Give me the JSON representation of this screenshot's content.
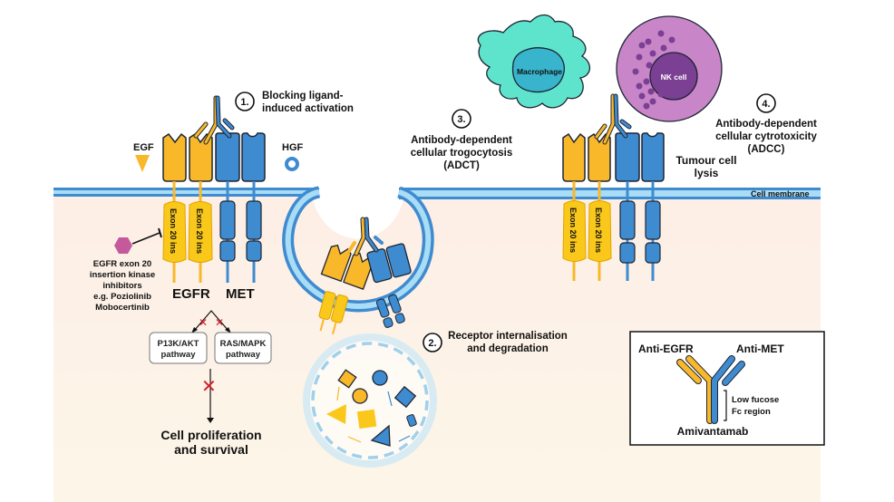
{
  "colors": {
    "egfr": "#f9b82a",
    "egfr_stroke": "#1d2533",
    "met": "#3f8bd0",
    "membrane_dark": "#3f8bd0",
    "membrane_light": "#a9dcf5",
    "cytoplasm_top": "#fdeee6",
    "cytoplasm_bottom": "#fdf6e8",
    "macrophage": "#5ee3cc",
    "macrophage_nucleus": "#38b4cc",
    "nk_cell": "#c886c9",
    "nk_nucleus": "#7b3f93",
    "nk_granule": "#7b3f93",
    "inhibitor": "#c45a9c",
    "block_x": "#d31f2b",
    "endosome": "#cde7f2"
  },
  "labels": {
    "step1_number": "1.",
    "step1_line1": "Blocking ligand-",
    "step1_line2": "induced activation",
    "egf": "EGF",
    "hgf": "HGF",
    "egfr": "EGFR",
    "met": "MET",
    "exon20": "Exon 20 ins",
    "inhibitor_lines": [
      "EGFR exon 20",
      "insertion kinase",
      "inhibitors",
      "e.g. Poziolinib",
      "Mobocertinib"
    ],
    "pathway1_line1": "P13K/AKT",
    "pathway1_line2": "pathway",
    "pathway2_line1": "RAS/MAPK",
    "pathway2_line2": "pathway",
    "outcome_line1": "Cell proliferation",
    "outcome_line2": "and survival",
    "step2_number": "2.",
    "step2_line1": "Receptor internalisation",
    "step2_line2": "and degradation",
    "step3_number": "3.",
    "step3_line1": "Antibody-dependent",
    "step3_line2": "cellular trogocytosis",
    "step3_line3": "(ADCT)",
    "macrophage": "Macrophage",
    "nk_cell": "NK cell",
    "step4_number": "4.",
    "step4_line1": "Antibody-dependent",
    "step4_line2": "cellular cytrotoxicity",
    "step4_line3": "(ADCC)",
    "tumour_line1": "Tumour cell",
    "tumour_line2": "lysis",
    "cell_membrane": "Cell membrane"
  },
  "legend": {
    "anti_egfr": "Anti-EGFR",
    "anti_met": "Anti-MET",
    "fc_line1": "Low fucose",
    "fc_line2": "Fc region",
    "name": "Amivantamab"
  }
}
